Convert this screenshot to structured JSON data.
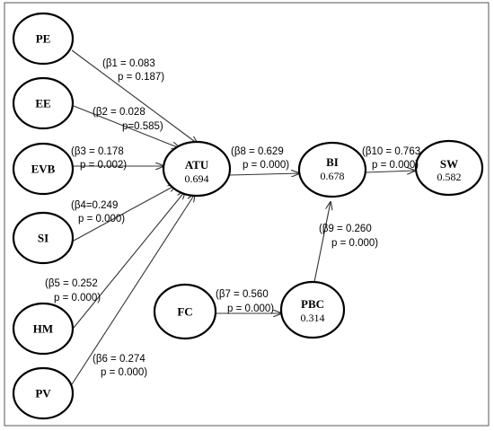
{
  "nodes": {
    "pe": {
      "label": "PE"
    },
    "ee": {
      "label": "EE"
    },
    "evb": {
      "label": "EVB"
    },
    "si": {
      "label": "SI"
    },
    "hm": {
      "label": "HM"
    },
    "pv": {
      "label": "PV"
    },
    "atu": {
      "label": "ATU",
      "value": "0.694"
    },
    "bi": {
      "label": "BI",
      "value": "0.678"
    },
    "sw": {
      "label": "SW",
      "value": "0.582"
    },
    "fc": {
      "label": "FC"
    },
    "pbc": {
      "label": "PBC",
      "value": "0.314"
    }
  },
  "paths": {
    "pe_atu": {
      "beta": "(β1 = 0.083",
      "p": "p = 0.187)"
    },
    "ee_atu": {
      "beta": "(β2 = 0.028",
      "p": "p=0.585)"
    },
    "evb_atu": {
      "beta": "(β3 = 0.178",
      "p": "p = 0.002)"
    },
    "si_atu": {
      "beta": "(β4=0.249",
      "p": "p = 0.000)"
    },
    "hm_atu": {
      "beta": "(β5 = 0.252",
      "p": "p = 0.000)"
    },
    "pv_atu": {
      "beta": "(β6 = 0.274",
      "p": "p = 0.000)"
    },
    "fc_pbc": {
      "beta": "(β7 = 0.560",
      "p": "p = 0.000)"
    },
    "atu_bi": {
      "beta": "(β8 = 0.629",
      "p": "p = 0.000)"
    },
    "pbc_bi": {
      "beta": "(β9 = 0.260",
      "p": "p = 0.000)"
    },
    "bi_sw": {
      "beta": "(β10 = 0.763",
      "p": "p = 0.000)"
    }
  },
  "colors": {
    "stroke": "#000000",
    "edge": "#333333",
    "background": "#ffffff"
  }
}
